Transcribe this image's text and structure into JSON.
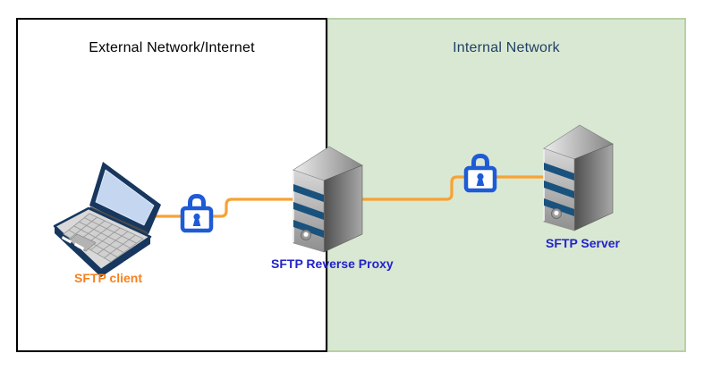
{
  "diagram": {
    "zones": [
      {
        "id": "external",
        "title": "External Network/Internet"
      },
      {
        "id": "internal",
        "title": "Internal Network"
      }
    ],
    "nodes": [
      {
        "id": "sftp-client",
        "label": "SFTP client",
        "type": "laptop",
        "zone": "external"
      },
      {
        "id": "sftp-reverse-proxy",
        "label": "SFTP Reverse Proxy",
        "type": "server",
        "zone": "boundary"
      },
      {
        "id": "sftp-server",
        "label": "SFTP Server",
        "type": "server",
        "zone": "internal"
      }
    ],
    "connections": [
      {
        "from": "sftp-client",
        "to": "sftp-reverse-proxy",
        "icon": "padlock-icon",
        "meaning": "encrypted-link"
      },
      {
        "from": "sftp-reverse-proxy",
        "to": "sftp-server",
        "icon": "padlock-icon",
        "meaning": "encrypted-link"
      }
    ],
    "colors": {
      "zone_internal_fill": "#d9e8d2",
      "zone_internal_border": "#b7d1a6",
      "zone_external_border": "#000000",
      "zone_external_title": "#000000",
      "zone_internal_title": "#1f4066",
      "connection_line": "#f7a233",
      "lock_blue": "#1e5bd6",
      "label_client": "#f5821f",
      "label_server": "#2222cc",
      "server_stripe": "#1a527e",
      "laptop_navy": "#17375e"
    }
  }
}
